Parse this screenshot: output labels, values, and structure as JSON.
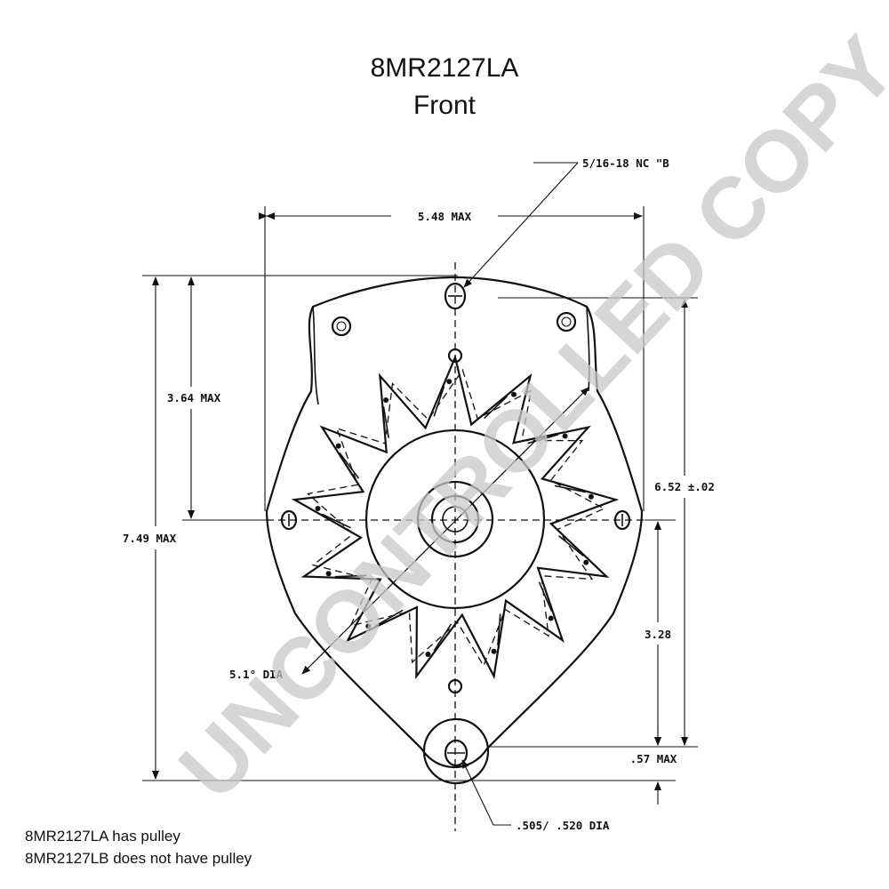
{
  "title": {
    "part_number": "8MR2127LA",
    "view": "Front"
  },
  "dimensions": {
    "thread": "5/16-18 NC \"B",
    "width_max": "5.48 MAX",
    "upper_height_max": "3.64 MAX",
    "overall_height_max": "7.49 MAX",
    "mount_span": "6.52 ±.02",
    "lower_height": "3.28",
    "pulley_offset_max": ".57 MAX",
    "body_dia": "5.1° DIA",
    "bore_dia": ".505/ .520 DIA"
  },
  "notes": [
    "8MR2127LA has pulley",
    "8MR2127LB does not have pulley"
  ],
  "watermark": "UNCONTROLLED COPY"
}
